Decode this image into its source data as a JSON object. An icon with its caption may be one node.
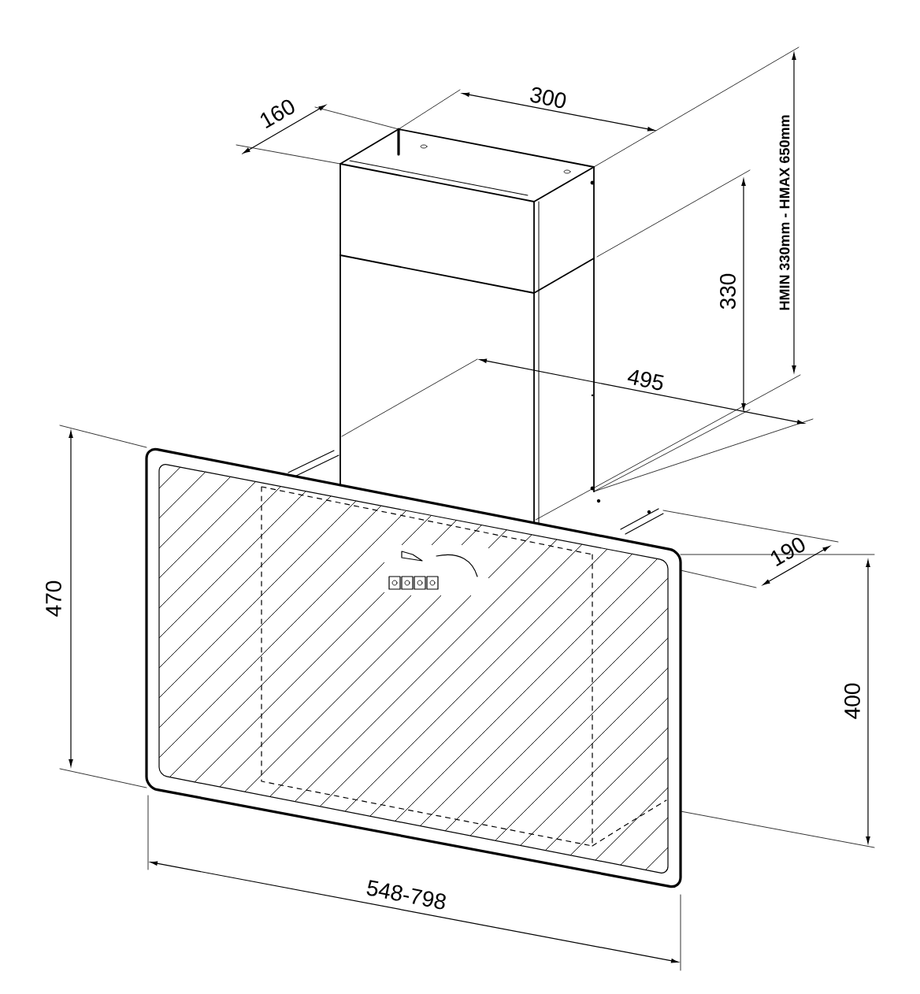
{
  "diagram": {
    "labels": [
      "HMIN 330mm - HMAX 650mm",
      "300",
      "160",
      "330",
      "495",
      "470",
      "190",
      "400",
      "548-798"
    ]
  }
}
